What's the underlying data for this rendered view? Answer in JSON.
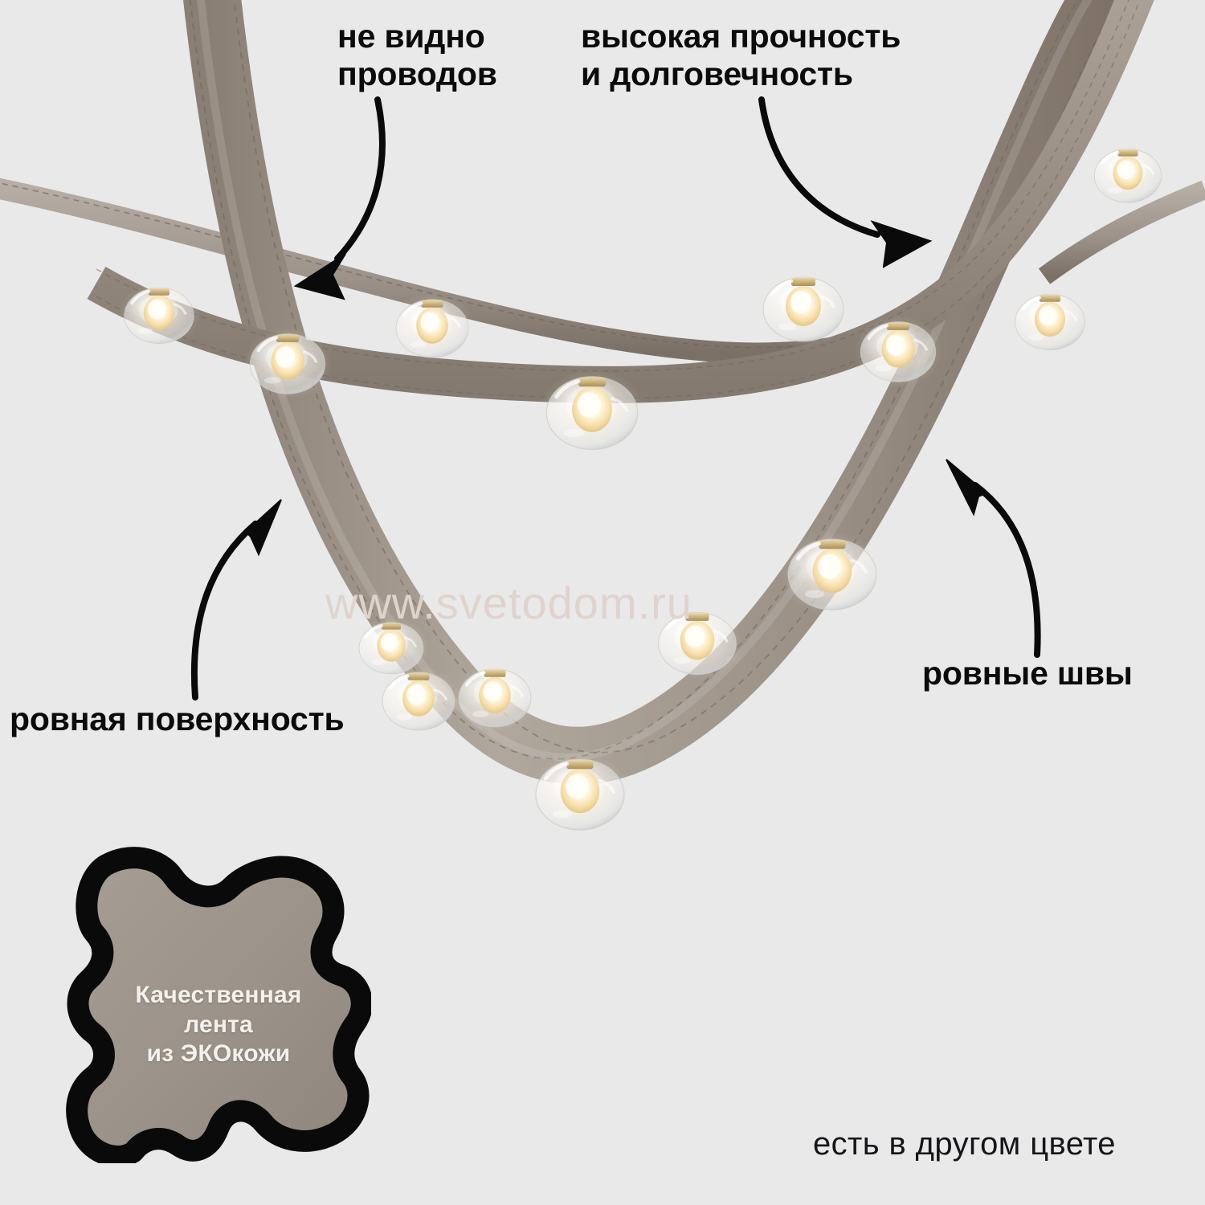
{
  "background_color": "#e9e9e9",
  "product": {
    "name": "leather-strap-chandelier",
    "strap_color": "#9a8f84",
    "strap_highlight": "#b5aca2",
    "strap_shadow": "#7d7166",
    "stitch_color": "#6f6458",
    "glass_color": "#ffffff",
    "bulb_glow_color": "#fff0cf"
  },
  "annotations": [
    {
      "id": "wires",
      "text": "не видно\nпроводов",
      "arrow": "curved-down-left"
    },
    {
      "id": "strength",
      "text": "высокая прочность\nи долговечность",
      "arrow": "curved-down-right"
    },
    {
      "id": "surface",
      "text": "ровная поверхность",
      "arrow": "curved-up-right"
    },
    {
      "id": "seams",
      "text": "ровные швы",
      "arrow": "curved-up-left"
    }
  ],
  "badge": {
    "line1": "Качественная",
    "line2": "лента",
    "line3": "из ЭКОкожи",
    "fill_color": "#9c938a",
    "outline_color": "#0a0a0a",
    "text_color": "#f4f1ec"
  },
  "watermark": {
    "text": "www.svetodom.ru",
    "color": "#e0d3cd"
  },
  "bottom_note": {
    "text": "есть в другом цвете",
    "color": "#16161a"
  }
}
